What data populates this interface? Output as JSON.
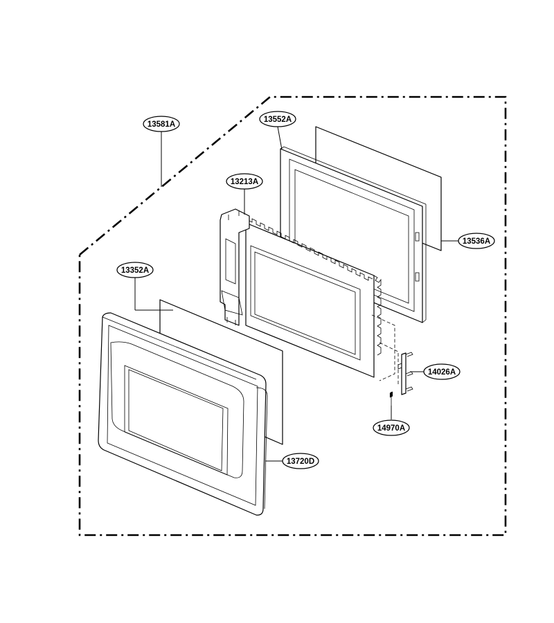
{
  "diagram": {
    "type": "exploded-parts-view",
    "callouts": [
      {
        "id": "frame",
        "label": "13581A"
      },
      {
        "id": "choke-cover",
        "label": "13552A"
      },
      {
        "id": "door-panel",
        "label": "13213A"
      },
      {
        "id": "inner-screen",
        "label": "13536A"
      },
      {
        "id": "door-screen",
        "label": "13352A"
      },
      {
        "id": "hook",
        "label": "14026A"
      },
      {
        "id": "spring",
        "label": "14970A"
      },
      {
        "id": "door-frame",
        "label": "13720D"
      }
    ]
  }
}
